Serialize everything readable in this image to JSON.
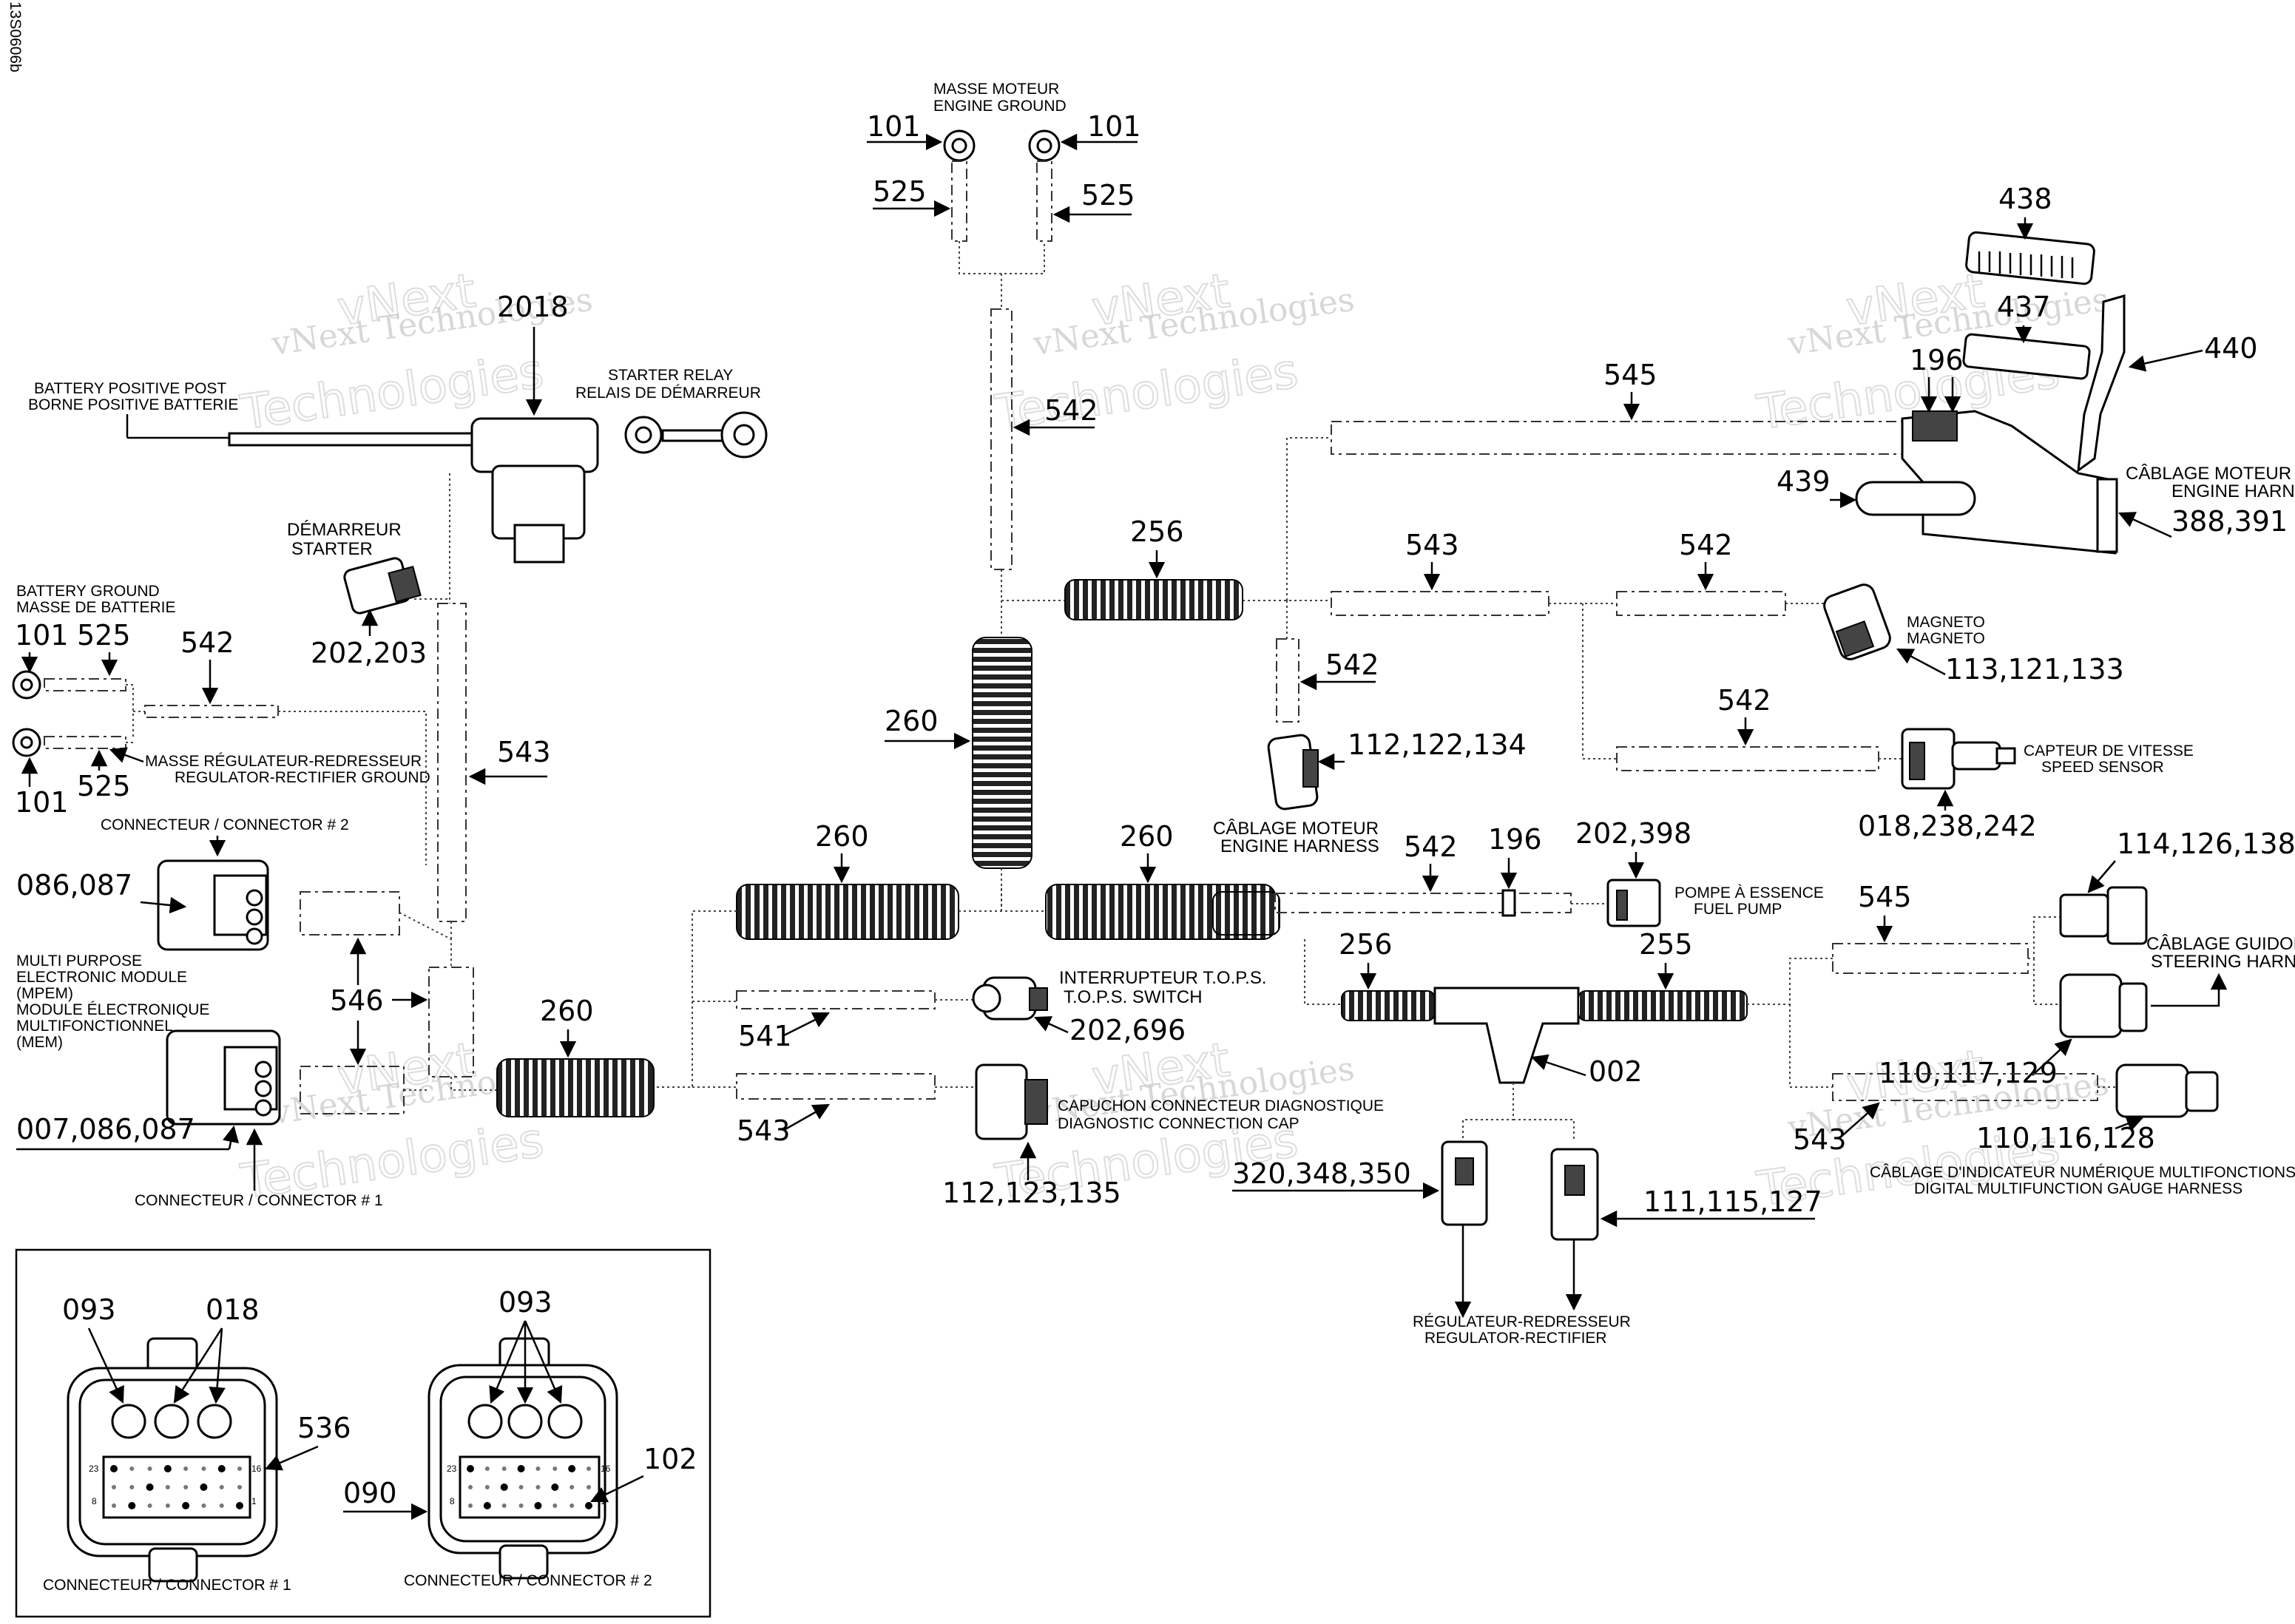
{
  "watermark": {
    "brand_line": "vNext Technologies",
    "name_top": "vNext",
    "name_bottom": "Technologies"
  },
  "figure_code": "13S0606b",
  "labels": {
    "masse_moteur": "MASSE MOTEUR",
    "engine_ground": "ENGINE GROUND",
    "battery_positive_post": "BATTERY POSITIVE POST",
    "borne_positive": "BORNE POSITIVE BATTERIE",
    "starter_relay": "STARTER RELAY",
    "relais_demarreur": "RELAIS DE DÉMARREUR",
    "demarreur": "DÉMARREUR",
    "starter": "STARTER",
    "battery_ground": "BATTERY GROUND",
    "masse_batterie": "MASSE DE BATTERIE",
    "masse_regulateur": "MASSE RÉGULATEUR-REDRESSEUR",
    "regulator_ground": "REGULATOR-RECTIFIER GROUND",
    "connecteur_2": "CONNECTEUR / CONNECTOR # 2",
    "mpem_1": "MULTI PURPOSE",
    "mpem_2": "ELECTRONIC MODULE",
    "mpem_3": "(MPEM)",
    "mem_1": "MODULE ÉLECTRONIQUE",
    "mem_2": "MULTIFONCTIONNEL",
    "mem_3": "(MEM)",
    "connecteur_1": "CONNECTEUR / CONNECTOR # 1",
    "cablage_moteur": "CÂBLAGE MOTEUR",
    "engine_harness": "ENGINE HARNESS",
    "magneto_fr": "MAGNETO",
    "magneto_en": "MAGNETO",
    "capteur_vitesse": "CAPTEUR DE VITESSE",
    "speed_sensor": "SPEED SENSOR",
    "pompe_essence": "POMPE À ESSENCE",
    "fuel_pump": "FUEL PUMP",
    "cablage_guidon": "CÂBLAGE GUIDON",
    "steering_harness": "STEERING HARNESS",
    "interrupteur_tops": "INTERRUPTEUR T.O.P.S.",
    "tops_switch": "T.O.P.S. SWITCH",
    "capuchon_diag": "CAPUCHON CONNECTEUR DIAGNOSTIQUE",
    "diag_cap": "DIAGNOSTIC CONNECTION CAP",
    "cablage_indicateur": "CÂBLAGE D'INDICATEUR NUMÉRIQUE MULTIFONCTIONS",
    "digital_gauge": "DIGITAL MULTIFUNCTION GAUGE HARNESS",
    "regulateur": "RÉGULATEUR-REDRESSEUR",
    "regulator_rectifier": "REGULATOR-RECTIFIER",
    "connecteur_1_inset": "CONNECTEUR / CONNECTOR # 1",
    "connecteur_2_inset": "CONNECTEUR / CONNECTOR # 2",
    "pin_23": "23",
    "pin_16": "16",
    "pin_8": "8",
    "pin_1": "1"
  },
  "callouts": {
    "c101_tl": "101",
    "c101_tr": "101",
    "c525_l": "525",
    "c525_r": "525",
    "c2018": "2018",
    "c542_top": "542",
    "c202_203": "202,203",
    "c101_bg": "101",
    "c525_bg": "525",
    "c542_bg": "542",
    "c101_rg": "101",
    "c525_rg": "525",
    "c543_left": "543",
    "c086_087": "086,087",
    "c546": "546",
    "c007_086_087": "007,086,087",
    "c260_mid": "260",
    "c260_left": "260",
    "c260_center": "260",
    "c260_bottom": "260",
    "c541": "541",
    "c543_lower": "543",
    "c202_696": "202,696",
    "c112_123_135": "112,123,135",
    "c256_top": "256",
    "c543_top": "543",
    "c542_r1": "542",
    "c542_v": "542",
    "c112_122_134": "112,122,134",
    "c542_r2": "542",
    "c113_121_133": "113,121,133",
    "c018_238_242": "018,238,242",
    "c545_top": "545",
    "c438": "438",
    "c437": "437",
    "c196_top": "196",
    "c440": "440",
    "c439": "439",
    "c388_391": "388,391",
    "c542_fuel": "542",
    "c196_fuel": "196",
    "c202_398": "202,398",
    "c256_low": "256",
    "c255": "255",
    "c002": "002",
    "c545_right": "545",
    "c114_126_138": "114,126,138",
    "c110_117_129": "110,117,129",
    "c543_right": "543",
    "c110_116_128": "110,116,128",
    "c320_348_350": "320,348,350",
    "c111_115_127": "111,115,127",
    "c093_a": "093",
    "c018_inset": "018",
    "c536": "536",
    "c093_b": "093",
    "c090": "090",
    "c102": "102"
  }
}
